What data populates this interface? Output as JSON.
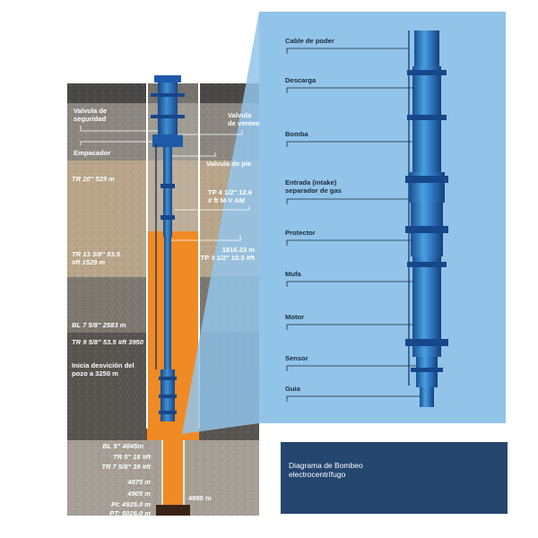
{
  "colors": {
    "soil_top": "#4a4846",
    "soil_upper": "#8b8780",
    "soil_sand": "#b8a58a",
    "soil_mid": "#7c776f",
    "soil_dark": "#58544f",
    "soil_bottom": "#a59f96",
    "fluid": "#f08a24",
    "panel": "#92c4ea",
    "pipe": "#1f5aa8",
    "pipe_light": "#3f8fd0",
    "caption_bg": "#25466f"
  },
  "well_labels": [
    {
      "id": "valvula-seguridad",
      "text": "Valvula de\nseguridad",
      "style": "plain"
    },
    {
      "id": "valvula-venteo",
      "text": "Valvula\nde venteo",
      "style": "plain"
    },
    {
      "id": "empacador",
      "text": "Empacador",
      "style": "plain"
    },
    {
      "id": "valvula-pie",
      "text": "Valvula de pie",
      "style": "plain"
    },
    {
      "id": "tr-20",
      "text": "TR 20\" 529 m",
      "style": "italic"
    },
    {
      "id": "tp-4",
      "text": "TP 4 1/2\" 12.6\n# ft M-V AM",
      "style": "plain"
    },
    {
      "id": "depth-1816",
      "text": "1816.23 m\nTP 3 1/2\" 10.3 #ft",
      "style": "plain"
    },
    {
      "id": "tr-13",
      "text": "TR 13 3/8\" 53.5\n#ft 1529 m",
      "style": "italic"
    },
    {
      "id": "bl-7",
      "text": "BL 7 5/8\" 2583 m",
      "style": "italic"
    },
    {
      "id": "tr-9",
      "text": "TR 9 5/8\" 53.5 #ft 3950",
      "style": "italic"
    },
    {
      "id": "desviacion",
      "text": "Inicia desvición del\npozo a 3250 m",
      "style": "plain"
    },
    {
      "id": "bl-5",
      "text": "BL 5\" 4045m",
      "style": "italic"
    },
    {
      "id": "tr-5",
      "text": "TR 5\" 18 #ft",
      "style": "italic"
    },
    {
      "id": "tr-7",
      "text": "TR 7 5/8\" 39 #ft",
      "style": "italic"
    },
    {
      "id": "d-4875",
      "text": "4875 m",
      "style": "italic"
    },
    {
      "id": "d-4905",
      "text": "4905 m",
      "style": "italic"
    },
    {
      "id": "pi",
      "text": "PI: 4925.0 m",
      "style": "italic"
    },
    {
      "id": "pt",
      "text": "PT: 5026.0 m",
      "style": "italic"
    },
    {
      "id": "d-4890",
      "text": "4890 m",
      "style": "plain"
    }
  ],
  "pump_parts": [
    {
      "id": "cable-de-poder",
      "text": "Cable de poder"
    },
    {
      "id": "descarga",
      "text": "Descarga"
    },
    {
      "id": "bomba",
      "text": "Bomba"
    },
    {
      "id": "entrada",
      "text": "Entrada (intake)\nseparador de gas"
    },
    {
      "id": "protector",
      "text": "Protector"
    },
    {
      "id": "mufa",
      "text": "Mufa"
    },
    {
      "id": "motor",
      "text": "Motor"
    },
    {
      "id": "sensor",
      "text": "Sensor"
    },
    {
      "id": "guia",
      "text": "Guia"
    }
  ],
  "caption": "Diagrama de Bombeo\nelectrocentrífugo"
}
